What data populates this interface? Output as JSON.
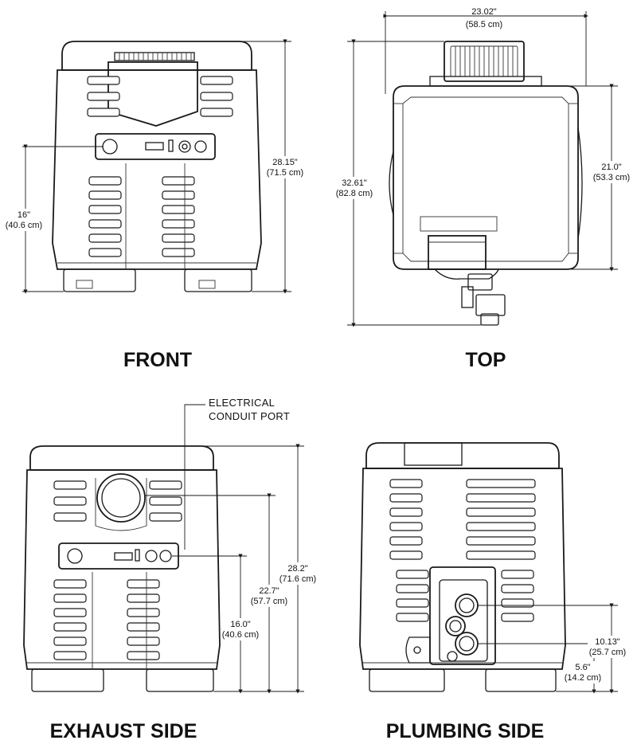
{
  "views": {
    "front": {
      "title": "FRONT",
      "dim_height": "28.15\"",
      "dim_height_cm": "(71.5 cm)",
      "dim_panel": "16\"",
      "dim_panel_cm": "(40.6 cm)"
    },
    "top": {
      "title": "TOP",
      "dim_width": "23.02\"",
      "dim_width_cm": "(58.5 cm)",
      "dim_depth": "32.61\"",
      "dim_depth_cm": "(82.8 cm)",
      "dim_body": "21.0\"",
      "dim_body_cm": "(53.3 cm)"
    },
    "exhaust": {
      "title": "EXHAUST SIDE",
      "callout_line1": "ELECTRICAL",
      "callout_line2": "CONDUIT PORT",
      "dim_total": "28.2\"",
      "dim_total_cm": "(71.6 cm)",
      "dim_exhaust": "22.7\"",
      "dim_exhaust_cm": "(57.7 cm)",
      "dim_panel": "16.0\"",
      "dim_panel_cm": "(40.6 cm)"
    },
    "plumbing": {
      "title": "PLUMBING SIDE",
      "dim_upper": "10.13\"",
      "dim_upper_cm": "(25.7 cm)",
      "dim_lower": "5.6\"",
      "dim_lower_cm": "(14.2 cm)"
    }
  }
}
